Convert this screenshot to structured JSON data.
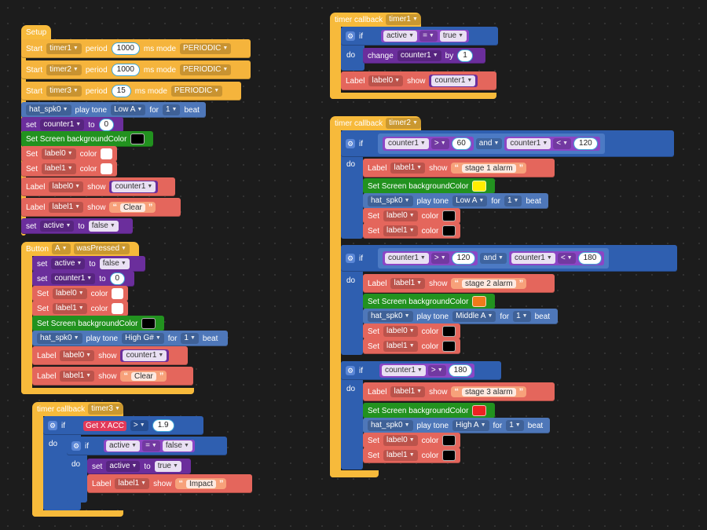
{
  "setup": {
    "title": "Setup",
    "start_label": "Start",
    "period_label": "period",
    "ms_mode_label": "ms mode",
    "timers": [
      {
        "name": "timer1",
        "period": "1000",
        "mode": "PERIODIC"
      },
      {
        "name": "timer2",
        "period": "1000",
        "mode": "PERIODIC"
      },
      {
        "name": "timer3",
        "period": "15",
        "mode": "PERIODIC"
      }
    ],
    "tone": {
      "device": "hat_spk0",
      "play_tone": "play tone",
      "note": "Low A",
      "for": "for",
      "beats": "1",
      "beat": "beat"
    },
    "set_counter": {
      "set": "set",
      "var": "counter1",
      "to": "to",
      "value": "0"
    },
    "screen_bg": {
      "label": "Set Screen backgroundColor",
      "color": "#000000"
    },
    "label_colors": [
      {
        "set": "Set",
        "label": "label0",
        "color_word": "color",
        "color": "#ffffff"
      },
      {
        "set": "Set",
        "label": "label1",
        "color_word": "color",
        "color": "#ffffff"
      }
    ],
    "label_show0": {
      "label_word": "Label",
      "label": "label0",
      "show": "show",
      "value": "counter1"
    },
    "label_show1": {
      "label_word": "Label",
      "label": "label1",
      "show": "show",
      "text": "Clear"
    },
    "set_active": {
      "set": "set",
      "var": "active",
      "to": "to",
      "value": "false"
    }
  },
  "button": {
    "button_word": "Button",
    "button_name": "A",
    "event": "wasPressed",
    "set_active": {
      "set": "set",
      "var": "active",
      "to": "to",
      "value": "false"
    },
    "set_counter": {
      "set": "set",
      "var": "counter1",
      "to": "to",
      "value": "0"
    },
    "label_colors": [
      {
        "set": "Set",
        "label": "label0",
        "color_word": "color",
        "color": "#ffffff"
      },
      {
        "set": "Set",
        "label": "label1",
        "color_word": "color",
        "color": "#ffffff"
      }
    ],
    "screen_bg": {
      "label": "Set Screen backgroundColor",
      "color": "#000000"
    },
    "tone": {
      "device": "hat_spk0",
      "play_tone": "play tone",
      "note": "High  G#",
      "for": "for",
      "beats": "1",
      "beat": "beat"
    },
    "label_show0": {
      "label_word": "Label",
      "label": "label0",
      "show": "show",
      "value": "counter1"
    },
    "label_show1": {
      "label_word": "Label",
      "label": "label1",
      "show": "show",
      "text": "Clear"
    }
  },
  "timer3": {
    "title": "timer callback",
    "timer": "timer3",
    "if_word": "if",
    "do_word": "do",
    "acc": "Get X ACC",
    "op": ">",
    "threshold": "1.9",
    "inner_if": {
      "var": "active",
      "op": "=",
      "value": "false"
    },
    "set_active": {
      "set": "set",
      "var": "active",
      "to": "to",
      "value": "true"
    },
    "label_show": {
      "label_word": "Label",
      "label": "label1",
      "show": "show",
      "text": "Impact"
    }
  },
  "timer1": {
    "title": "timer callback",
    "timer": "timer1",
    "if_word": "if",
    "do_word": "do",
    "cond": {
      "var": "active",
      "op": "=",
      "value": "true"
    },
    "change": {
      "word": "change",
      "var": "counter1",
      "by": "by",
      "value": "1"
    },
    "label_show": {
      "label_word": "Label",
      "label": "label0",
      "show": "show",
      "value": "counter1"
    }
  },
  "timer2": {
    "title": "timer callback",
    "timer": "timer2",
    "if_word": "if",
    "do_word": "do",
    "and_word": "and",
    "branches": [
      {
        "c1": {
          "var": "counter1",
          "op": ">",
          "value": "60"
        },
        "c2": {
          "var": "counter1",
          "op": "<",
          "value": "120"
        },
        "label": {
          "label_word": "Label",
          "label": "label1",
          "show": "show",
          "text": "stage 1 alarm"
        },
        "screen_bg": {
          "label": "Set Screen backgroundColor",
          "color": "#ffee00"
        },
        "tone": {
          "device": "hat_spk0",
          "play_tone": "play tone",
          "note": "Low A",
          "for": "for",
          "beats": "1",
          "beat": "beat"
        },
        "label_colors": [
          {
            "set": "Set",
            "label": "label0",
            "color_word": "color",
            "color": "#000000"
          },
          {
            "set": "Set",
            "label": "label1",
            "color_word": "color",
            "color": "#000000"
          }
        ]
      },
      {
        "c1": {
          "var": "counter1",
          "op": ">",
          "value": "120"
        },
        "c2": {
          "var": "counter1",
          "op": "<",
          "value": "180"
        },
        "label": {
          "label_word": "Label",
          "label": "label1",
          "show": "show",
          "text": "stage 2 alarm"
        },
        "screen_bg": {
          "label": "Set Screen backgroundColor",
          "color": "#f07a1a"
        },
        "tone": {
          "device": "hat_spk0",
          "play_tone": "play tone",
          "note": "Middle A",
          "for": "for",
          "beats": "1",
          "beat": "beat"
        },
        "label_colors": [
          {
            "set": "Set",
            "label": "label0",
            "color_word": "color",
            "color": "#000000"
          },
          {
            "set": "Set",
            "label": "label1",
            "color_word": "color",
            "color": "#000000"
          }
        ]
      },
      {
        "c1": {
          "var": "counter1",
          "op": ">",
          "value": "180"
        },
        "label": {
          "label_word": "Label",
          "label": "label1",
          "show": "show",
          "text": "stage 3 alarm"
        },
        "screen_bg": {
          "label": "Set Screen backgroundColor",
          "color": "#ee2222"
        },
        "tone": {
          "device": "hat_spk0",
          "play_tone": "play tone",
          "note": "High A",
          "for": "for",
          "beats": "1",
          "beat": "beat"
        },
        "label_colors": [
          {
            "set": "Set",
            "label": "label0",
            "color_word": "color",
            "color": "#000000"
          },
          {
            "set": "Set",
            "label": "label1",
            "color_word": "color",
            "color": "#000000"
          }
        ]
      }
    ]
  }
}
